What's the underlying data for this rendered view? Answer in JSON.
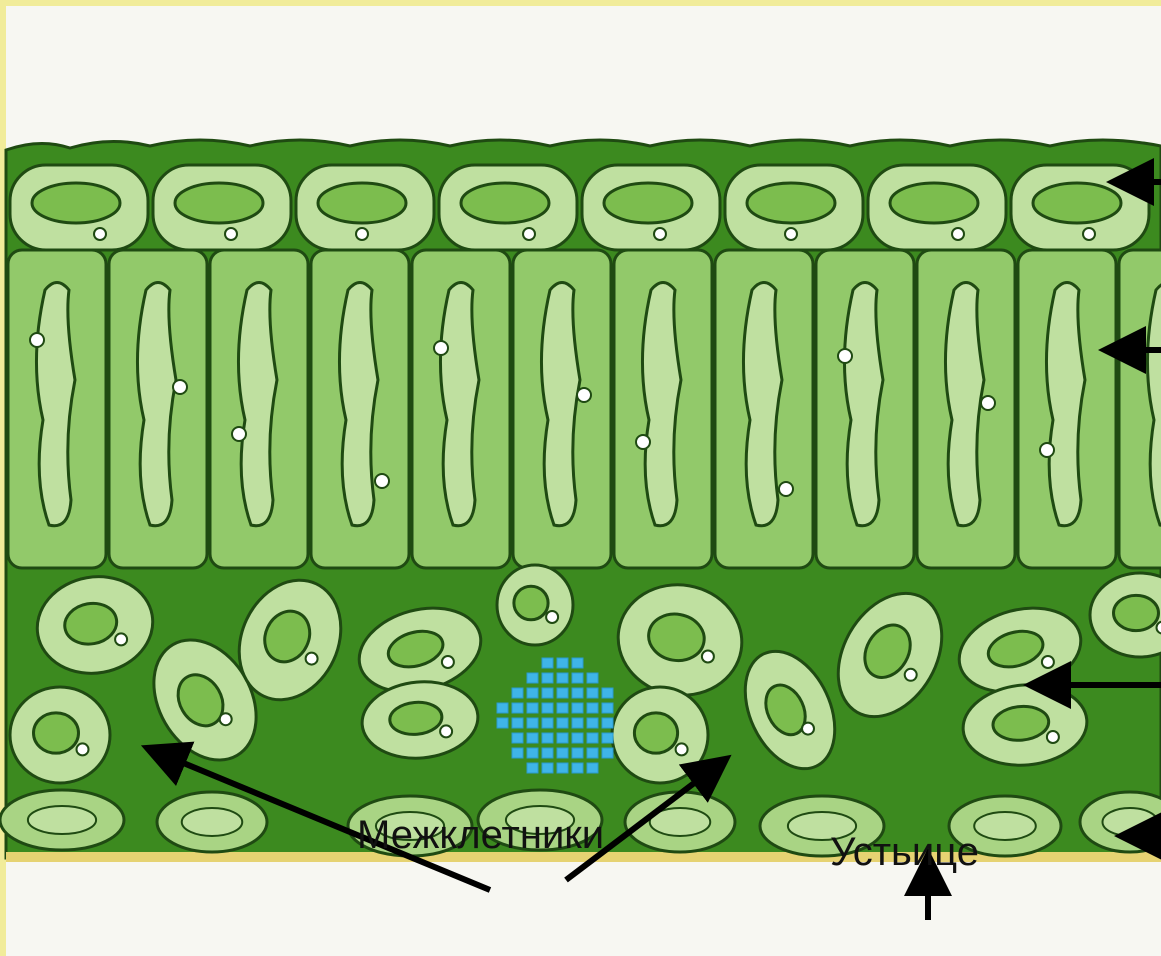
{
  "labels": {
    "intercellular_spaces": "Межклетники",
    "stoma": "Устьице"
  },
  "colors": {
    "background": "#f7f7f2",
    "border": "#f1ec9a",
    "tissue_dark": "#3c8a1f",
    "cell_light": "#bfe0a0",
    "cell_outline": "#1f4a12",
    "chloroplast": "#7cbd4e",
    "vessel_blue": "#3fb5e8",
    "cuticle_yellow": "#e6d372",
    "arrow": "#000000"
  },
  "icons": {
    "arrow": "black-arrow"
  }
}
